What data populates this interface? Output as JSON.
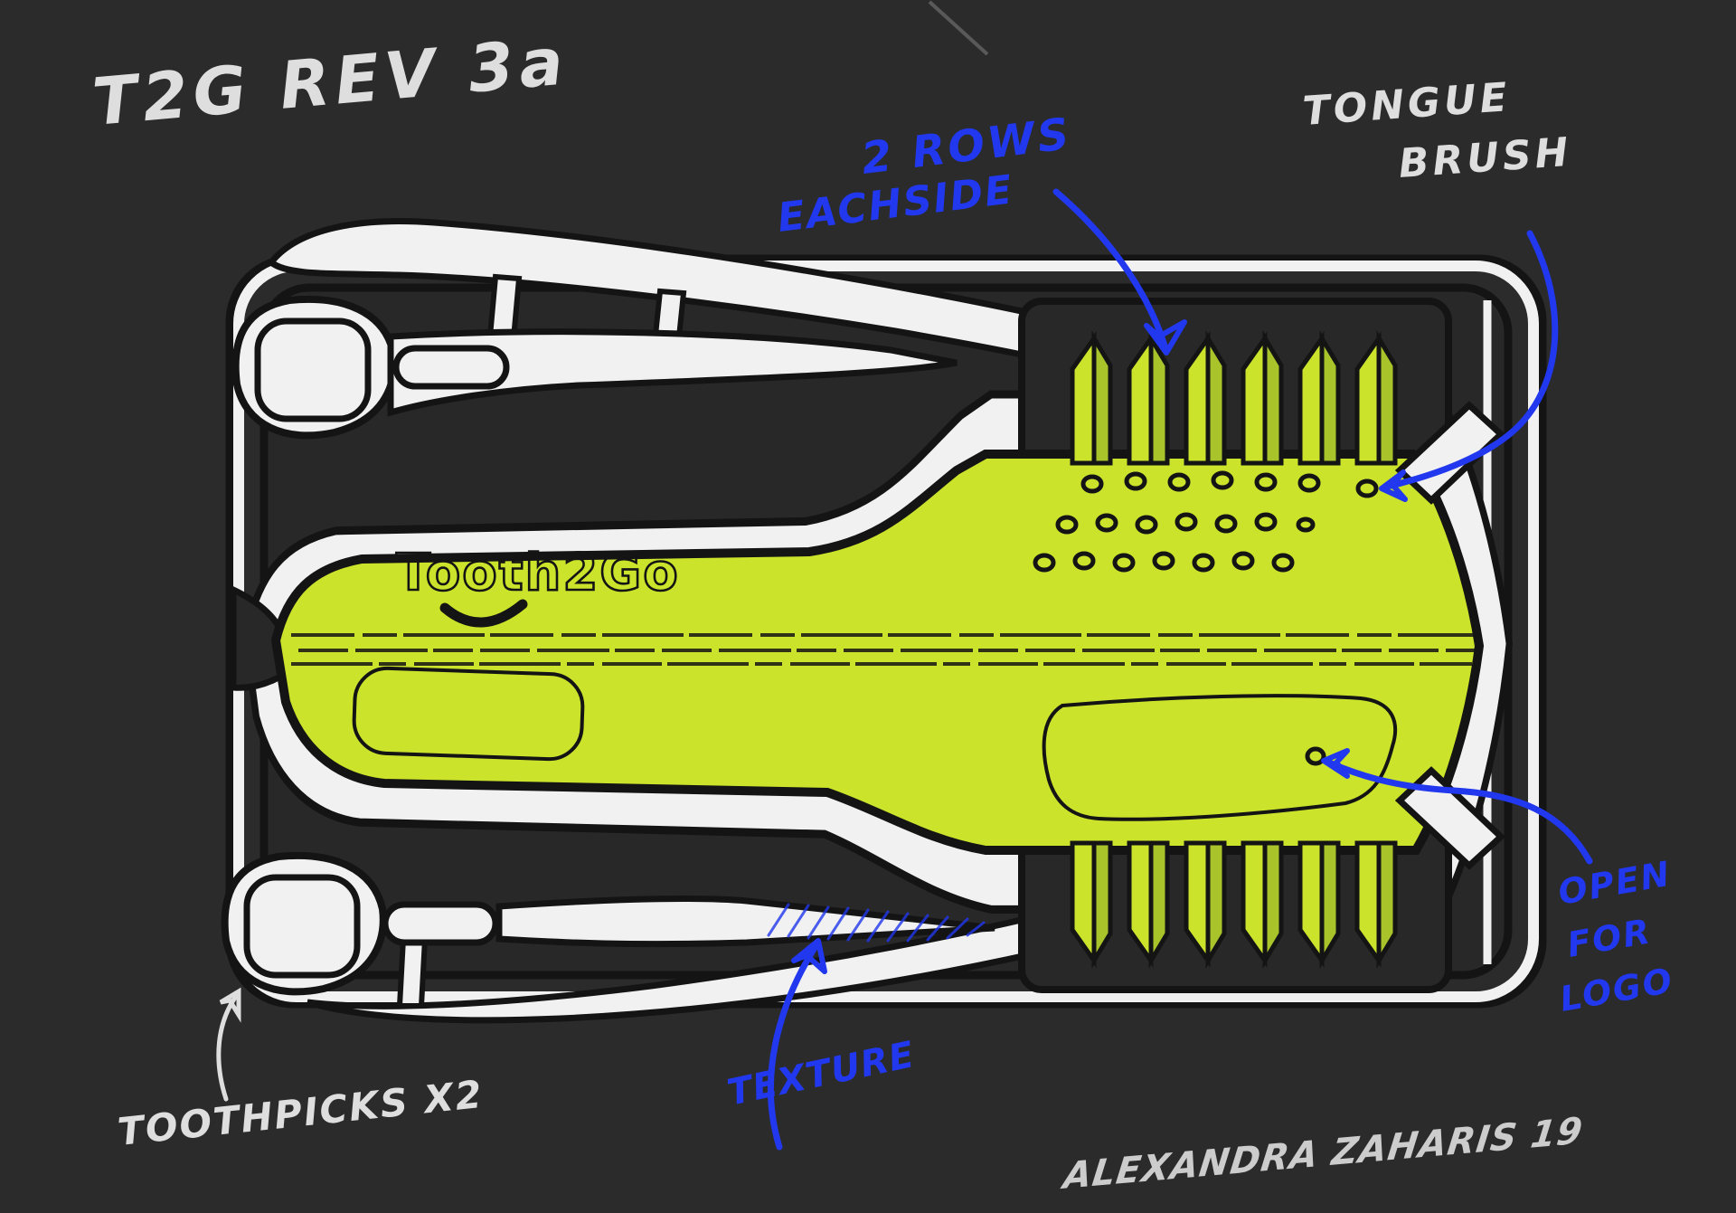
{
  "sketch": {
    "title": "T2G  REV 3a",
    "logo": "Tooth2Go",
    "annotations": {
      "rows_line1": "2 ROWS",
      "rows_line2": "EACHSIDE",
      "tongue_line1": "TONGUE",
      "tongue_line2": "BRUSH",
      "open_line1": "OPEN",
      "open_line2": "FOR",
      "open_line3": "LOGO",
      "texture": "TEXTURE",
      "toothpicks": "TOOTHPICKS X2",
      "signature": "ALEXANDRA ZAHARIS 19"
    },
    "colors": {
      "background": "#2b2b2b",
      "compartment": "#282828",
      "ink_black": "#141414",
      "chalk_white": "#dedede",
      "plastic_white": "#f1f1f1",
      "brush_green": "#cbe32b",
      "pleat_green_dark": "#a9c32a",
      "pen_blue": "#2138ee"
    }
  }
}
